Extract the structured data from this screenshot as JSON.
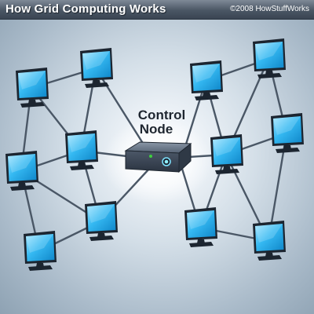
{
  "header": {
    "title": "How Grid Computing Works",
    "copyright": "©2008 HowStuffWorks"
  },
  "control_node": {
    "label_line1": "Control",
    "label_line2": "Node"
  },
  "colors": {
    "screen": "#29b4ef",
    "link": "#4a5766",
    "server": "#3d4858",
    "led": "#3ecf3e"
  }
}
